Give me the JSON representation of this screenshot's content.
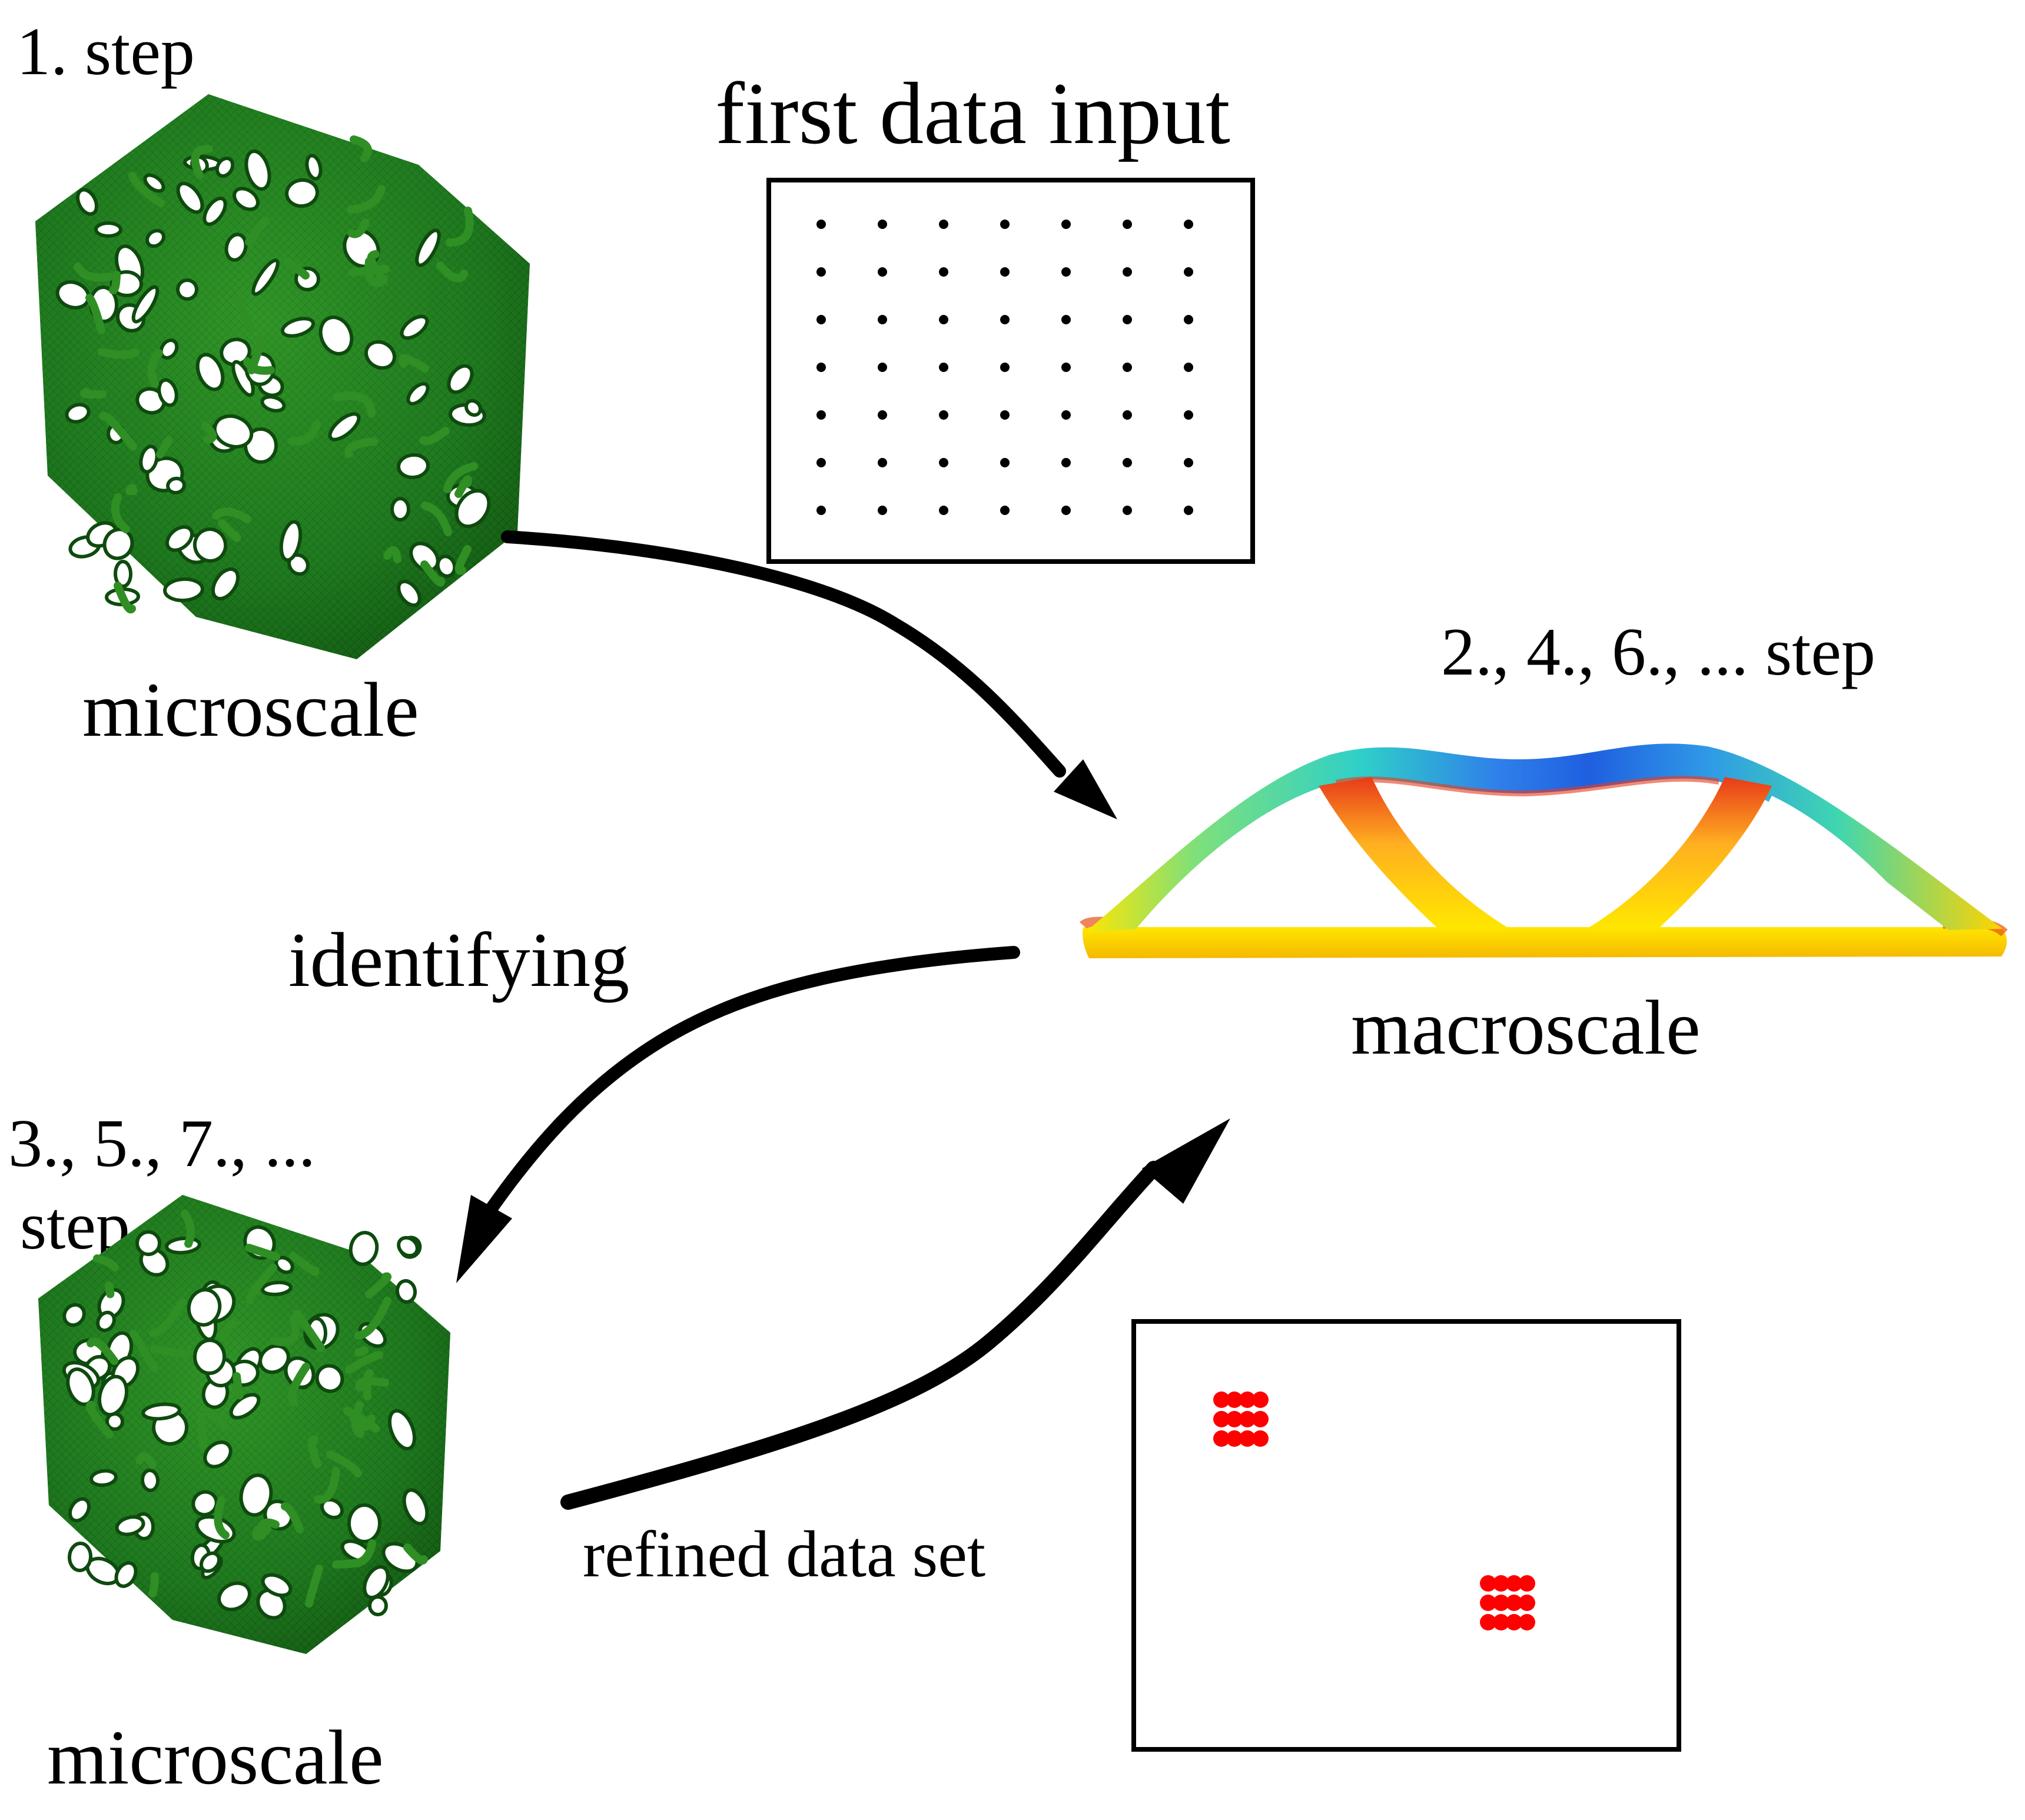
{
  "labels": {
    "step1": "1. step",
    "first_data_input": "first data input",
    "microscale_top": "microscale",
    "macro_steps": "2., 4., 6., ... step",
    "identifying": "identifying",
    "macroscale": "macroscale",
    "micro_steps_line1": "3., 5., 7., ...",
    "micro_steps_line2": "step",
    "refined_data_set": "refined data set",
    "microscale_bottom": "microscale"
  },
  "first_data_grid": {
    "rows": 7,
    "cols": 7,
    "color": "#000000"
  },
  "refined_data_clusters": {
    "color": "#ff0000",
    "clusters": [
      {
        "rows": 3,
        "cols": 4
      },
      {
        "rows": 3,
        "cols": 4
      }
    ]
  },
  "colors": {
    "foam_dark": "#0e4a0e",
    "foam_mid": "#1f7a1f",
    "foam_light": "#3fae2f",
    "stress_low": "#1f5fe0",
    "stress_mid": "#2fd0c8",
    "stress_high": "#ffe600",
    "stress_peak": "#e83a1a"
  }
}
